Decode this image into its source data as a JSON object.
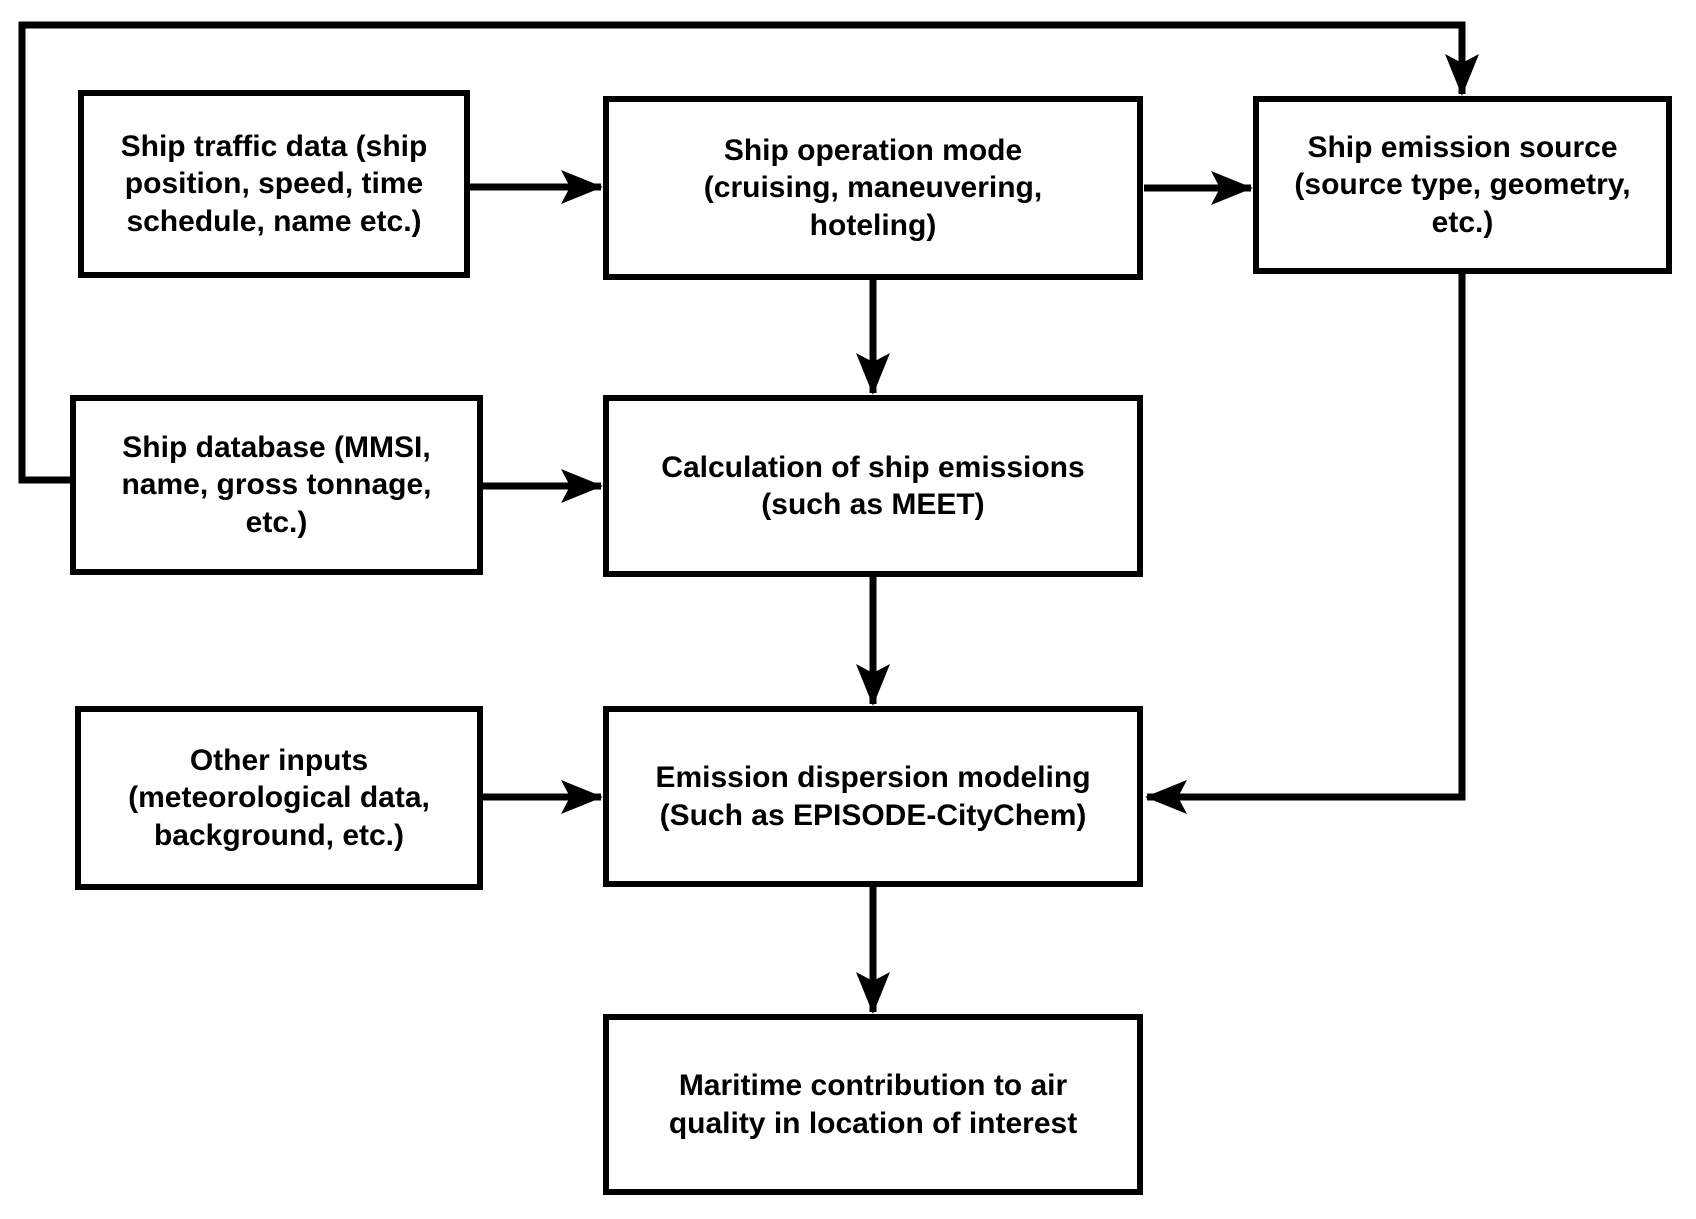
{
  "diagram": {
    "title": "Ship emission and dispersion modeling flowchart",
    "colors": {
      "background": "#ffffff",
      "box_fill": "#ffffff",
      "box_border": "#000000",
      "text": "#000000",
      "connector": "#000000"
    },
    "nodes": {
      "ship_traffic": {
        "label": "Ship traffic data (ship\nposition, speed, time\nschedule, name etc.)"
      },
      "ship_operation": {
        "label": "Ship operation mode\n(cruising, maneuvering,\nhoteling)"
      },
      "ship_emission_source": {
        "label": "Ship emission source\n(source type, geometry,\netc.)"
      },
      "ship_database": {
        "label": "Ship database (MMSI,\nname, gross tonnage,\netc.)"
      },
      "calculation": {
        "label": "Calculation of ship emissions\n(such as MEET)"
      },
      "other_inputs": {
        "label": "Other inputs\n(meteorological data,\nbackground, etc.)"
      },
      "emission_dispersion": {
        "label": "Emission dispersion modeling\n(Such as EPISODE-CityChem)"
      },
      "maritime": {
        "label": "Maritime contribution to air\nquality in location of interest"
      }
    },
    "edges": [
      {
        "from": "ship_traffic",
        "to": "ship_operation"
      },
      {
        "from": "ship_operation",
        "to": "ship_emission_source"
      },
      {
        "from": "ship_database",
        "to": "ship_emission_source",
        "route": "left and over the top"
      },
      {
        "from": "ship_operation",
        "to": "calculation"
      },
      {
        "from": "ship_database",
        "to": "calculation"
      },
      {
        "from": "calculation",
        "to": "emission_dispersion"
      },
      {
        "from": "other_inputs",
        "to": "emission_dispersion"
      },
      {
        "from": "ship_emission_source",
        "to": "emission_dispersion",
        "route": "down the right side"
      },
      {
        "from": "emission_dispersion",
        "to": "maritime"
      }
    ]
  }
}
